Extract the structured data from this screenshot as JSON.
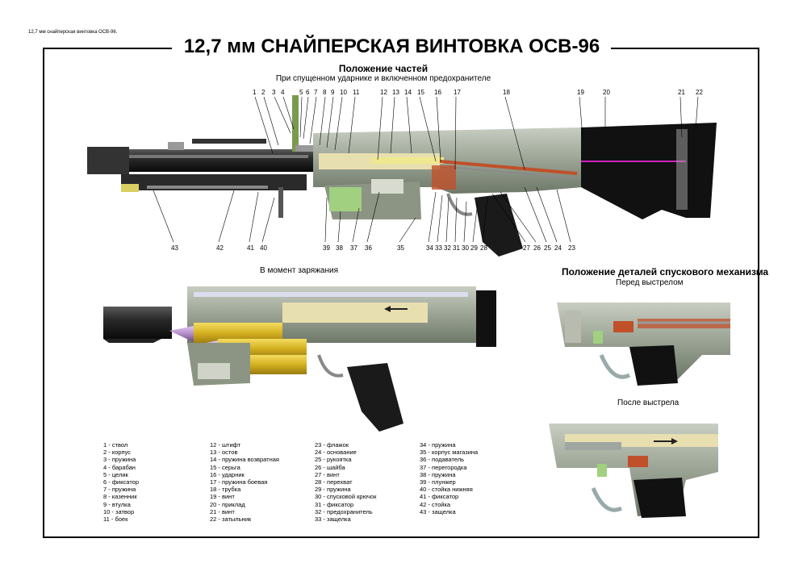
{
  "header_small": "12,7 мм снайперская винтовка ОСВ-96.",
  "title": "12,7 мм СНАЙПЕРСКАЯ ВИНТОВКА ОСВ-96",
  "subtitle_bold": "Положение частей",
  "subtitle": "При спущенном ударнике и включенном предохранителе",
  "loading_label": "В момент заряжания",
  "trigger_title": "Положение деталей спускового механизма",
  "before_shot": "Перед выстрелом",
  "after_shot": "После выстрела",
  "top_numbers": [
    "1",
    "2",
    "3",
    "4",
    "5",
    "6",
    "7",
    "8",
    "9",
    "10",
    "11",
    "12",
    "13",
    "14",
    "15",
    "16",
    "17",
    "18",
    "19",
    "20",
    "21",
    "22"
  ],
  "bottom_numbers": [
    "43",
    "42",
    "41",
    "40",
    "39",
    "38",
    "37",
    "36",
    "35",
    "34",
    "33",
    "32",
    "31",
    "30",
    "29",
    "28",
    "27",
    "26",
    "25",
    "24",
    "23"
  ],
  "legend_col1": [
    "1 - ствол",
    "2 - корпус",
    "3 - пружина",
    "4 - барабан",
    "5 - целик",
    "6 - фиксатор",
    "7 - пружина",
    "8 - казенник",
    "9 - втулка",
    "10 - затвор",
    "11 - боек"
  ],
  "legend_col2": [
    "12 - штифт",
    "13 - остов",
    "14 - пружина возвратная",
    "15 - серьга",
    "16 - ударник",
    "17 - пружина боевая",
    "18 - трубка",
    "19 - винт",
    "20 - приклад",
    "21 - винт",
    "22 - затыльник"
  ],
  "legend_col3": [
    "23 - флажок",
    "24 - основание",
    "25 - рукоятка",
    "26 - шайба",
    "27 - винт",
    "28 - перехват",
    "29 - пружина",
    "30 - спусковой крючок",
    "31 - фиксатор",
    "32 - предохранитель",
    "33 - защелка"
  ],
  "legend_col4": [
    "34 - пружина",
    "35 - корпус магазина",
    "36 - подаватель",
    "37 - перегородка",
    "38 - пружина",
    "39 - плунжер",
    "40 - стойка нижняя",
    "41 - фиксатор",
    "42 - стойка",
    "43 - защелка"
  ],
  "colors": {
    "body_gray": "#8c9584",
    "dark": "#1a1a1a",
    "brass": "#d4b020",
    "bullet": "#b28ac8",
    "red_part": "#c0502a",
    "spring_magenta": "#d020c0",
    "beige": "#e8dfb0"
  }
}
